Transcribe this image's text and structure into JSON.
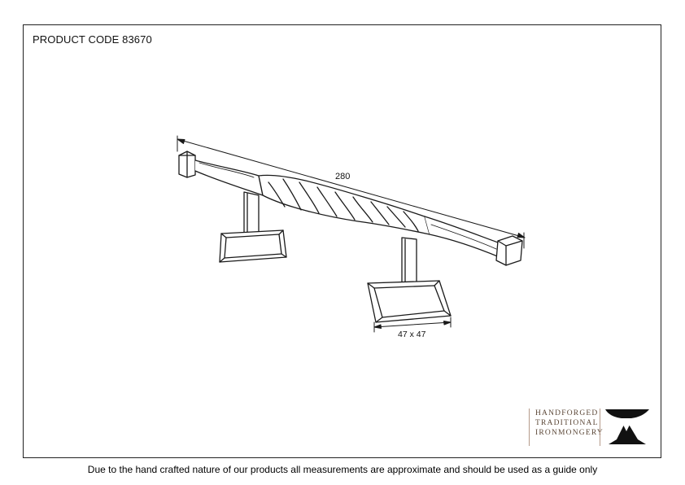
{
  "header": {
    "product_code": "PRODUCT CODE 83670"
  },
  "dimensions": {
    "length": "280",
    "base": "47 x 47"
  },
  "brand": {
    "lines": [
      "HANDFORGED",
      "TRADITIONAL",
      "IRONMONGERY"
    ]
  },
  "footer": {
    "disclaimer": "Due to the hand crafted nature of our products all measurements are approximate and should be used as a guide only"
  }
}
